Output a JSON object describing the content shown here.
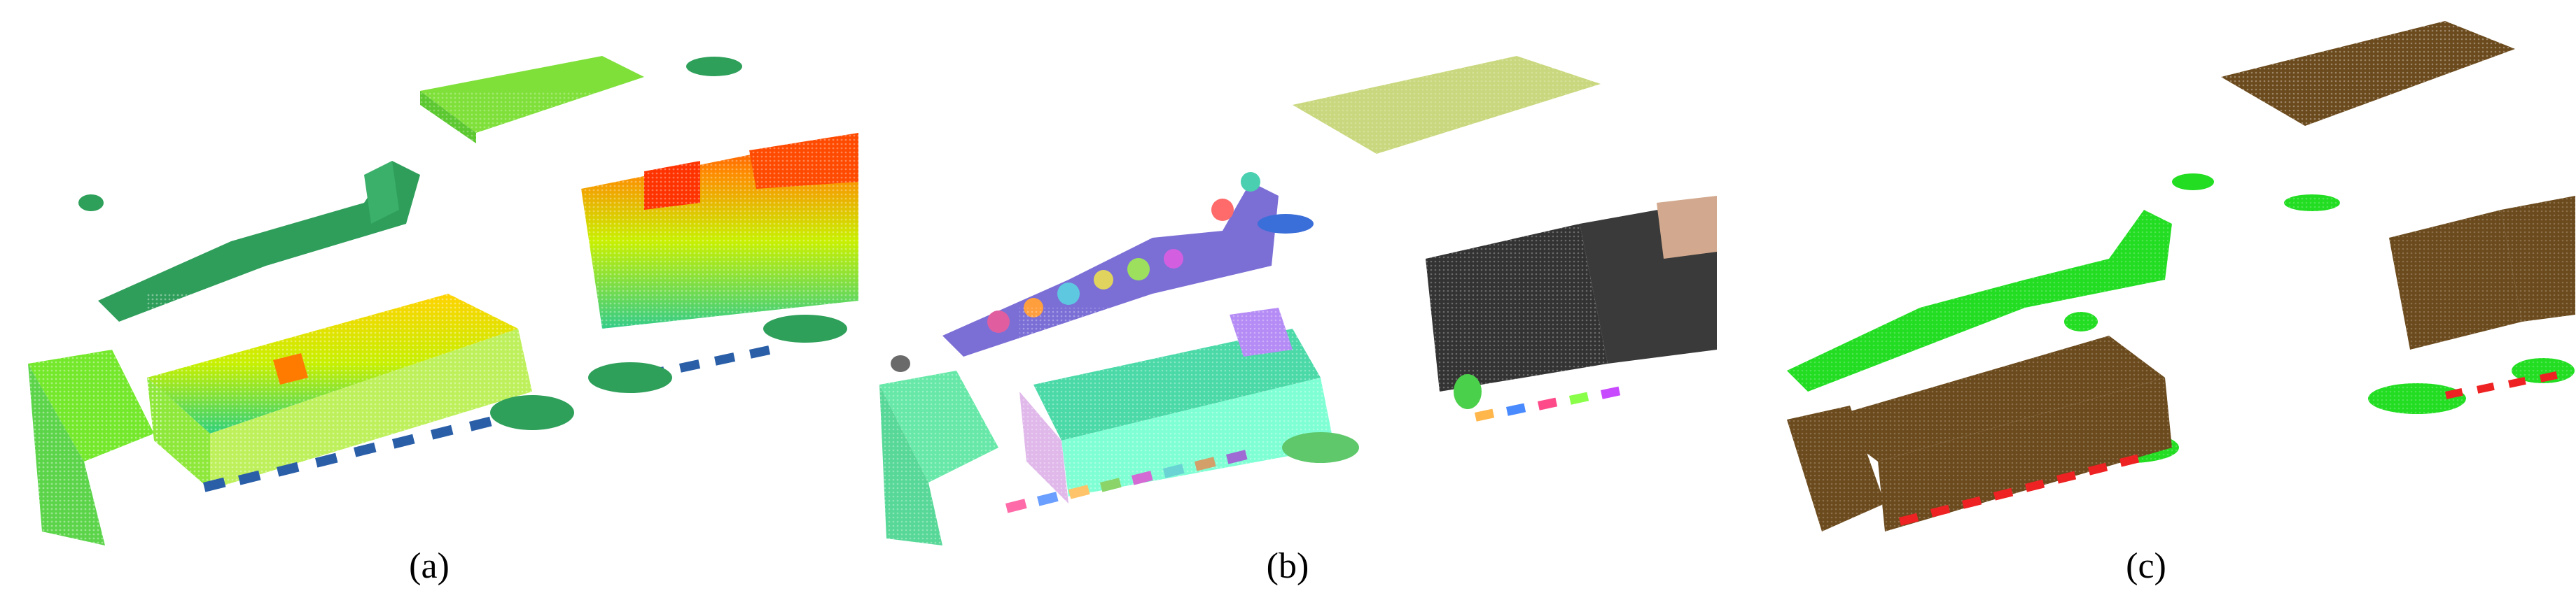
{
  "figure": {
    "panels": [
      {
        "id": "a",
        "caption": "(a)",
        "style": "height-colored point cloud",
        "colors": [
          "#7cfc00",
          "#ffff00",
          "#ff4500",
          "#1e90ff",
          "#2e8b57"
        ]
      },
      {
        "id": "b",
        "caption": "(b)",
        "style": "segmented point cloud",
        "colors": [
          "#c9d87e",
          "#4bd9a8",
          "#7fffd4",
          "#333333",
          "#d2a98e",
          "#b58bf5"
        ]
      },
      {
        "id": "c",
        "caption": "(c)",
        "style": "classified point cloud",
        "colors": [
          "#6b4a1d",
          "#22dd22",
          "#ee2222"
        ]
      }
    ]
  }
}
